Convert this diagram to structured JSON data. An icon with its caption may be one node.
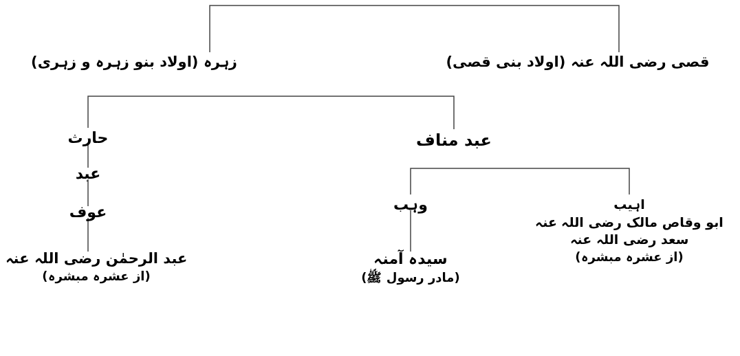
{
  "diagram": {
    "nodes": [
      {
        "text": [
          "قصی رضی اللہ عنہ (اولاد بنی قصی)"
        ]
      },
      {
        "text": [
          "زہرہ (اولاد بنو زہرہ و زہری)"
        ]
      },
      {
        "text": [
          "عبد مناف"
        ]
      },
      {
        "text": [
          "حارث"
        ]
      },
      {
        "text": [
          "اہیب",
          "ابو وقاص مالک رضی اللہ عنہ",
          "سعد رضی اللہ عنہ",
          "(از عشرہ مبشرہ)"
        ]
      },
      {
        "text": [
          "وہب"
        ]
      },
      {
        "text": [
          "سیدہ آمنہ",
          "(مادر رسول ﷺ)"
        ]
      },
      {
        "text": [
          "عبد"
        ]
      },
      {
        "text": [
          "عوف"
        ]
      },
      {
        "text": [
          "عبد الرحمٰن رضی اللہ عنہ",
          "(از عشرہ مبشرہ)"
        ]
      }
    ],
    "edges": [
      {
        "from": 0,
        "to": 1,
        "arrow": "none"
      },
      {
        "from": 2,
        "to": 3,
        "arrow": "none"
      },
      {
        "from": 4,
        "to": 5,
        "arrow": "none"
      },
      {
        "from": 5,
        "to": 6,
        "arrow": "none"
      },
      {
        "from": 3,
        "to": 7,
        "arrow": "none"
      },
      {
        "from": 7,
        "to": 8,
        "arrow": "none"
      },
      {
        "from": 8,
        "to": 9,
        "arrow": "none"
      }
    ]
  }
}
